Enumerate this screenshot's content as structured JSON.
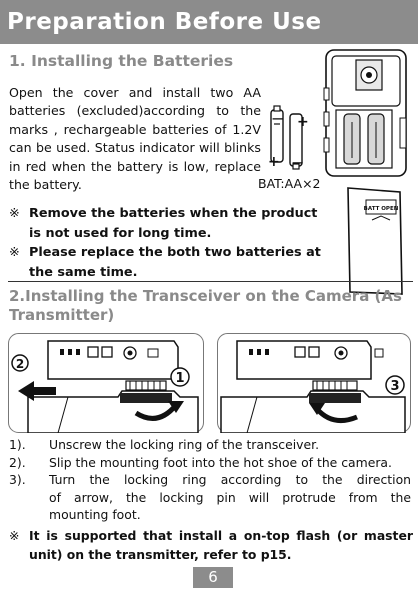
{
  "header": {
    "title": "Preparation Before Use"
  },
  "section1": {
    "heading": "1. Installing the Batteries",
    "paragraph": "Open the cover and install two AA batteries (excluded)according to the marks , rechargeable batteries of 1.2V can be used. Status indicator will blinks in red when the battery is low, replace the battery.",
    "battery_label": "BAT:AA×2",
    "battery_symbols": {
      "minus": "−",
      "plus": "+"
    },
    "door_label": "BATT OPEN",
    "note_mark": "※",
    "notes": [
      {
        "line1": "Remove the batteries when the product",
        "line2": "is not used for long time."
      },
      {
        "line1": "Please replace the both two batteries at",
        "line2": "the same time."
      }
    ]
  },
  "section2": {
    "heading": "2.Installing the Transceiver on the Camera (As Transmitter)",
    "figure_labels": {
      "left_step": "2",
      "rotate_step": "1",
      "right_step": "3"
    },
    "steps": [
      {
        "num": "1).",
        "text": "Unscrew the locking ring of the transceiver."
      },
      {
        "num": "2).",
        "text": "Slip  the mounting foot  into the hot shoe of the camera."
      },
      {
        "num": "3).",
        "text_line1": "Turn  the  locking  ring  according  to  the  direction",
        "text_line2": "of  arrow,  the  locking  pin  will  protrude  from  the",
        "text_line3": "mounting foot."
      }
    ],
    "note": {
      "mark": "※",
      "line1": "It is supported that install a on-top flash (or  master",
      "line2": "unit) on  the transmitter, refer to p15."
    }
  },
  "footer": {
    "page_number": "6"
  }
}
